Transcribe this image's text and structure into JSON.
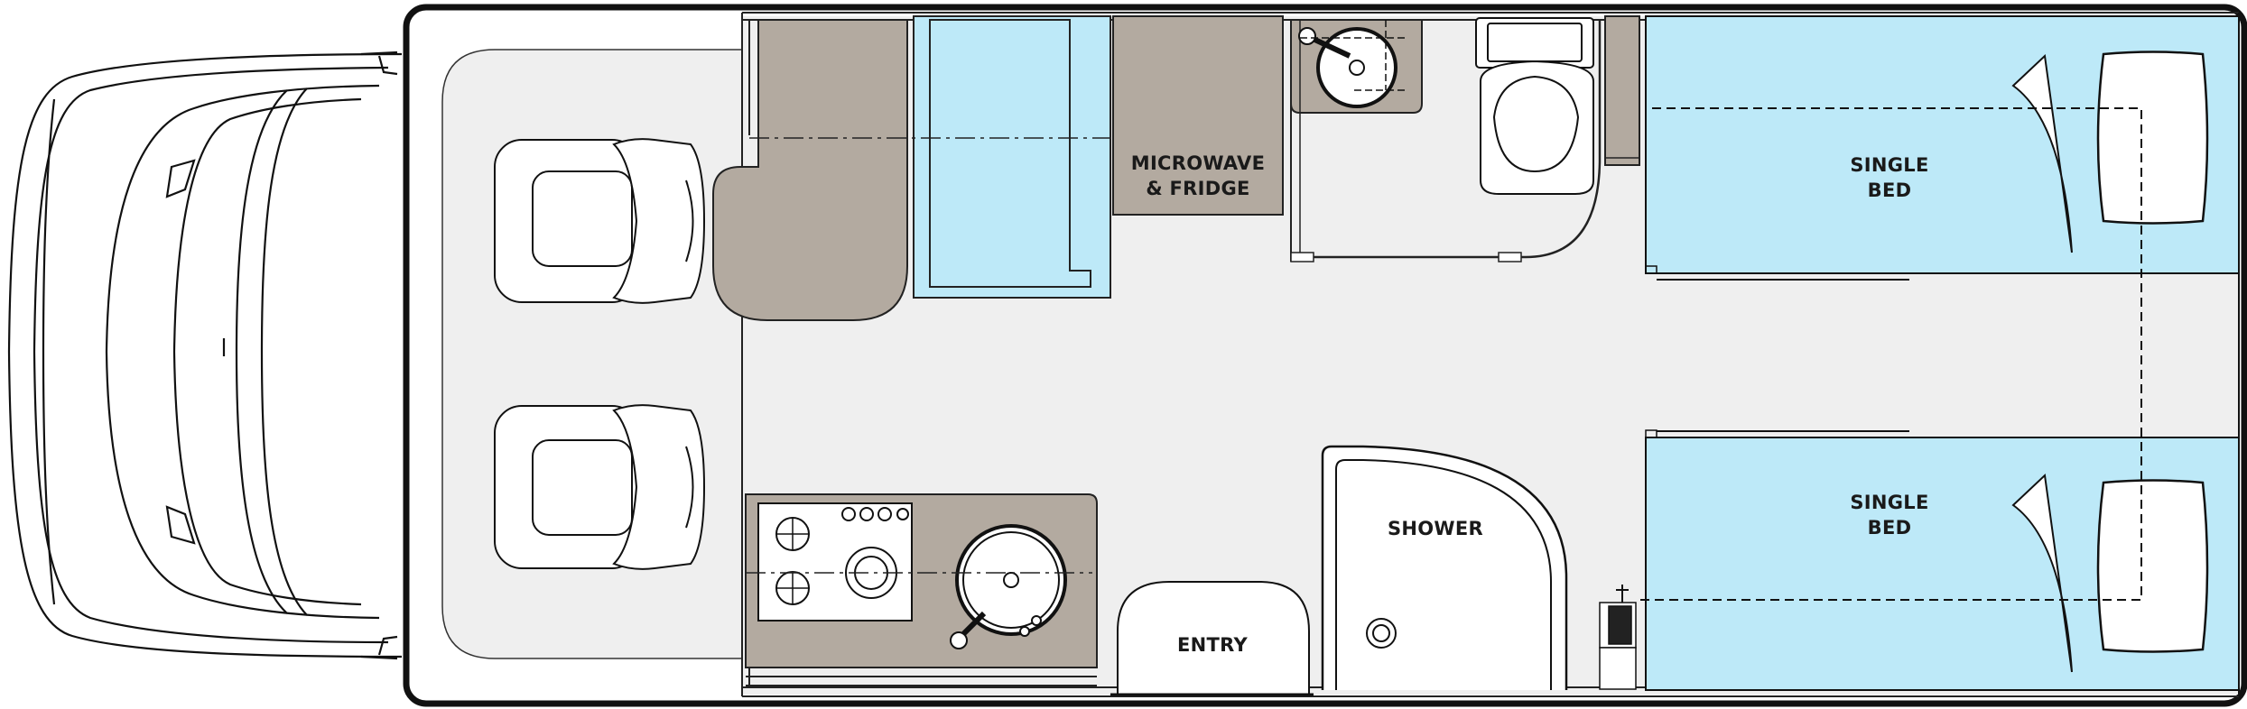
{
  "labels": {
    "microwave_line1": "MICROWAVE",
    "microwave_line2": "& FRIDGE",
    "bed_top_line1": "SINGLE",
    "bed_top_line2": "BED",
    "bed_bottom_line1": "SINGLE",
    "bed_bottom_line2": "BED",
    "shower": "SHOWER",
    "entry": "ENTRY"
  },
  "colors": {
    "floor": "#efefef",
    "cabinet": "#b3aaa0",
    "bed": "#bde9f8",
    "outline": "#111111"
  }
}
